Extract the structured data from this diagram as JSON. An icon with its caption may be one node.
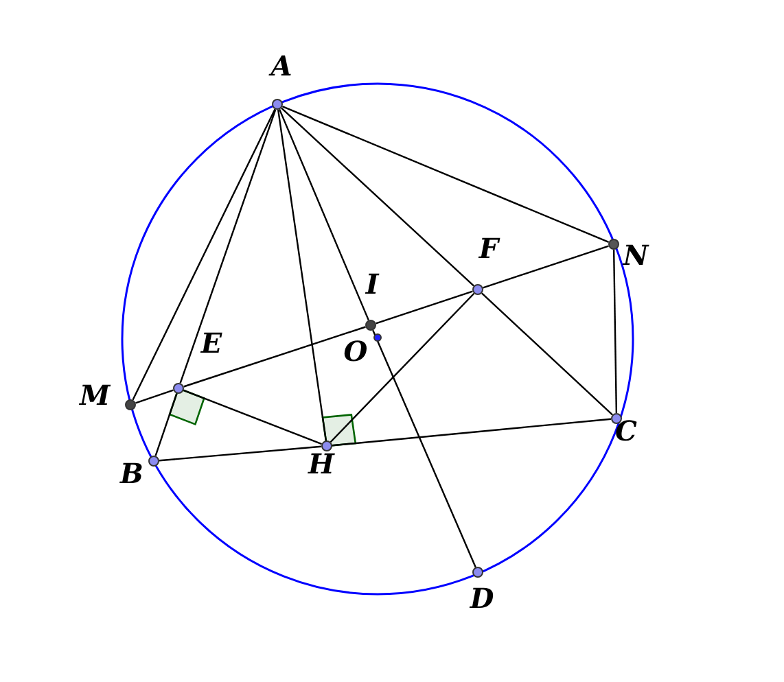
{
  "diagram": {
    "nodes": [
      {
        "text": [
          "A"
        ]
      },
      {
        "text": [
          "N"
        ]
      },
      {
        "text": [
          "F"
        ]
      },
      {
        "text": [
          "I"
        ]
      },
      {
        "text": [
          "O"
        ]
      },
      {
        "text": [
          "E"
        ]
      },
      {
        "text": [
          "M"
        ]
      },
      {
        "text": [
          "B"
        ]
      },
      {
        "text": [
          "H"
        ]
      },
      {
        "text": [
          "C"
        ]
      },
      {
        "text": [
          "D"
        ]
      }
    ],
    "edges": [
      {
        "from": 0,
        "to": 6,
        "arrow": "none"
      },
      {
        "from": 0,
        "to": 5,
        "arrow": "none"
      },
      {
        "from": 5,
        "to": 7,
        "arrow": "none"
      },
      {
        "from": 0,
        "to": 8,
        "arrow": "none"
      },
      {
        "from": 0,
        "to": 3,
        "arrow": "none"
      },
      {
        "from": 3,
        "to": 10,
        "arrow": "none"
      },
      {
        "from": 0,
        "to": 2,
        "arrow": "none"
      },
      {
        "from": 2,
        "to": 9,
        "arrow": "none"
      },
      {
        "from": 0,
        "to": 1,
        "arrow": "none"
      },
      {
        "from": 1,
        "to": 9,
        "arrow": "none"
      },
      {
        "from": 6,
        "to": 5,
        "arrow": "none"
      },
      {
        "from": 5,
        "to": 3,
        "arrow": "none"
      },
      {
        "from": 3,
        "to": 2,
        "arrow": "none"
      },
      {
        "from": 2,
        "to": 1,
        "arrow": "none"
      },
      {
        "from": 7,
        "to": 8,
        "arrow": "none"
      },
      {
        "from": 8,
        "to": 9,
        "arrow": "none"
      },
      {
        "from": 5,
        "to": 8,
        "arrow": "none"
      },
      {
        "from": 8,
        "to": 2,
        "arrow": "none"
      }
    ]
  }
}
